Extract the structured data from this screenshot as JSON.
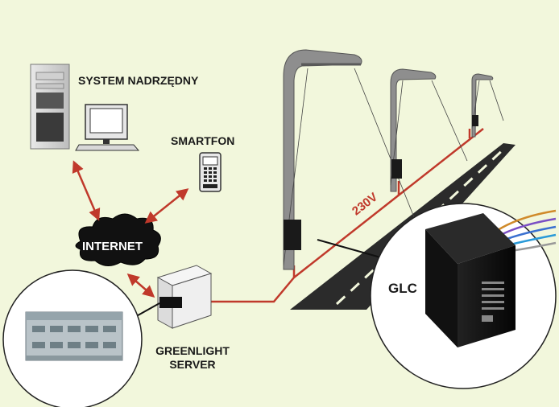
{
  "labels": {
    "system": "SYSTEM NADRZĘDNY",
    "smartfon": "SMARTFON",
    "internet": "INTERNET",
    "server_line1": "GREENLIGHT",
    "server_line2": "SERVER",
    "glc": "GLC",
    "voltage": "230V"
  },
  "colors": {
    "background": "#f2f7dc",
    "arrows": "#c0392b",
    "power_line": "#c0392b",
    "road": "#2b2b2b",
    "road_marking": "#f2f7dc"
  },
  "icons": [
    "pc-tower-icon",
    "monitor-icon",
    "smartphone-icon",
    "cloud-icon",
    "server-box-icon",
    "controller-device-icon",
    "street-lamp-icon",
    "glc-module-icon"
  ]
}
